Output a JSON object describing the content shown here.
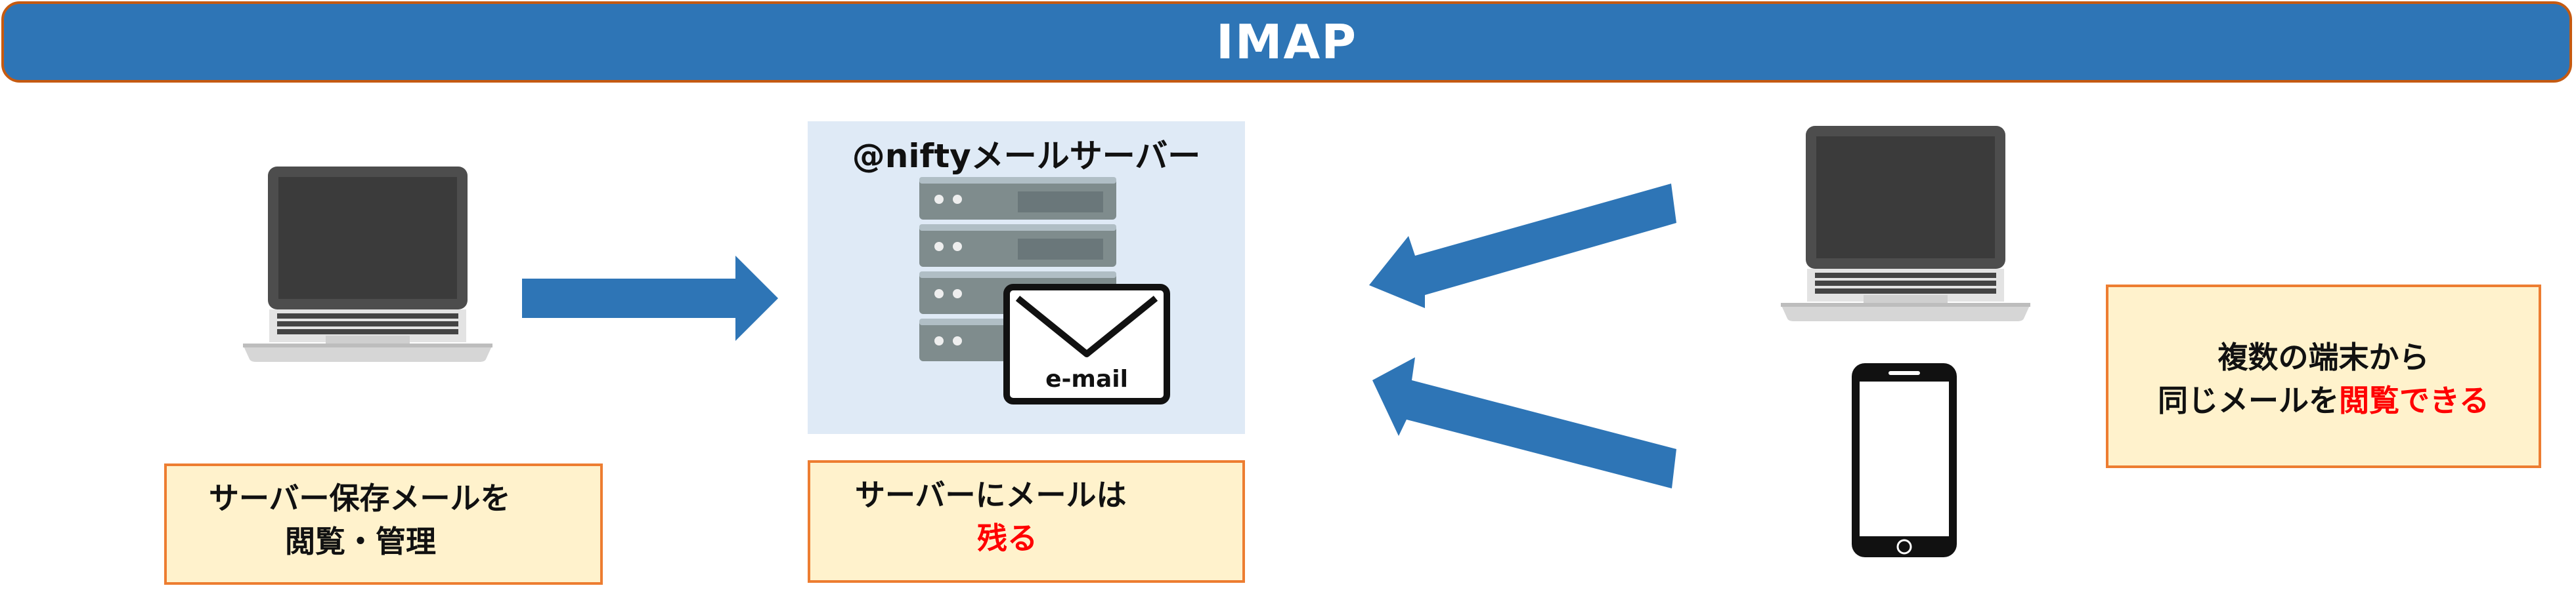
{
  "header": {
    "title": "IMAP"
  },
  "server": {
    "label": "@niftyメールサーバー",
    "envelope_text": "e-mail"
  },
  "notes": {
    "left": {
      "line1": "サーバー保存メールを",
      "line2": "閲覧・管理"
    },
    "center": {
      "line1": "サーバーにメールは",
      "line2": "残る"
    },
    "right": {
      "line1": "複数の端末から",
      "line2_prefix": "同じメールを",
      "line2_highlight": "閲覧できる"
    }
  },
  "colors": {
    "header_fill": "#2e75b6",
    "header_border": "#c55a11",
    "arrow": "#2e75b6",
    "note_fill": "#fff2cc",
    "note_border": "#ed7d31",
    "highlight": "#ff0000",
    "server_panel": "#dfeaf6"
  }
}
